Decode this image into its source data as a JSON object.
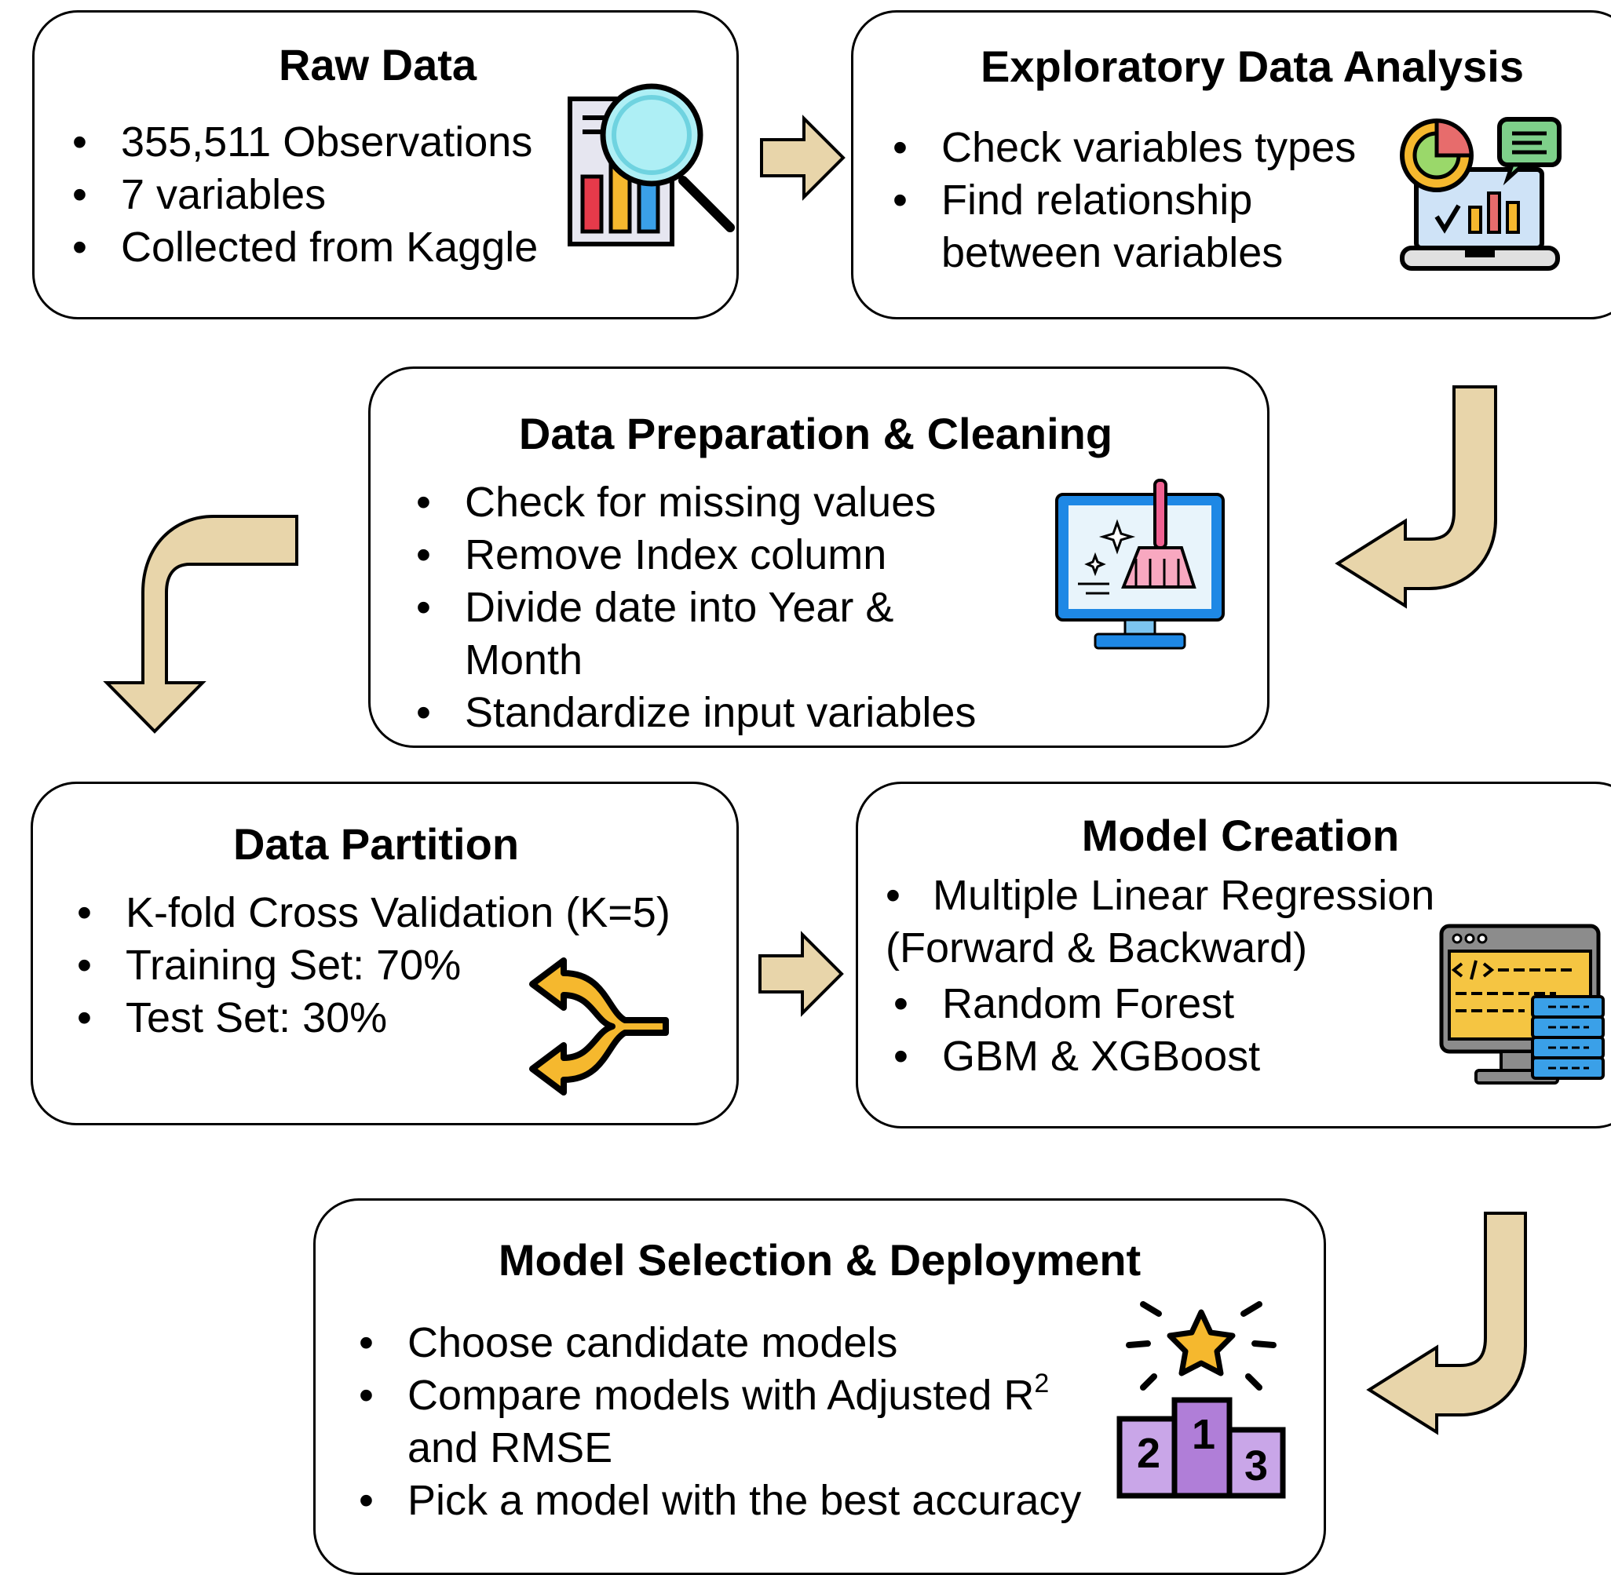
{
  "colors": {
    "arrow_fill": "#E8D5AA",
    "stroke": "#000000",
    "box_bg": "#FFFFFF"
  },
  "raw_data": {
    "title": "Raw Data",
    "items": [
      "355,511 Observations",
      "7 variables",
      "Collected from Kaggle"
    ],
    "icon": "report-magnifier-icon"
  },
  "eda": {
    "title": "Exploratory Data Analysis",
    "items": [
      "Check variables types",
      "Find relationship",
      "between variables"
    ],
    "icon": "laptop-analytics-icon"
  },
  "prep": {
    "title": "Data Preparation & Cleaning",
    "items": [
      "Check for missing values",
      "Remove Index column",
      "Divide date into Year &",
      "Month",
      "Standardize input variables"
    ],
    "icon": "monitor-broom-icon"
  },
  "partition": {
    "title": "Data Partition",
    "items": [
      "K-fold Cross Validation (K=5)",
      "Training Set: 70%",
      "Test Set: 30%"
    ],
    "icon": "split-arrows-icon"
  },
  "model": {
    "title": "Model Creation",
    "items": [
      "Multiple Linear Regression",
      "(Forward & Backward)",
      "Random Forest",
      "GBM & XGBoost"
    ],
    "icon": "code-server-icon"
  },
  "selection": {
    "title": "Model Selection & Deployment",
    "items": [
      "Choose candidate models",
      "Compare models with Adjusted R",
      "2",
      "and RMSE",
      "Pick a model with the best accuracy"
    ],
    "icon": "podium-star-icon",
    "podium": [
      "2",
      "1",
      "3"
    ]
  },
  "bullet": "•"
}
